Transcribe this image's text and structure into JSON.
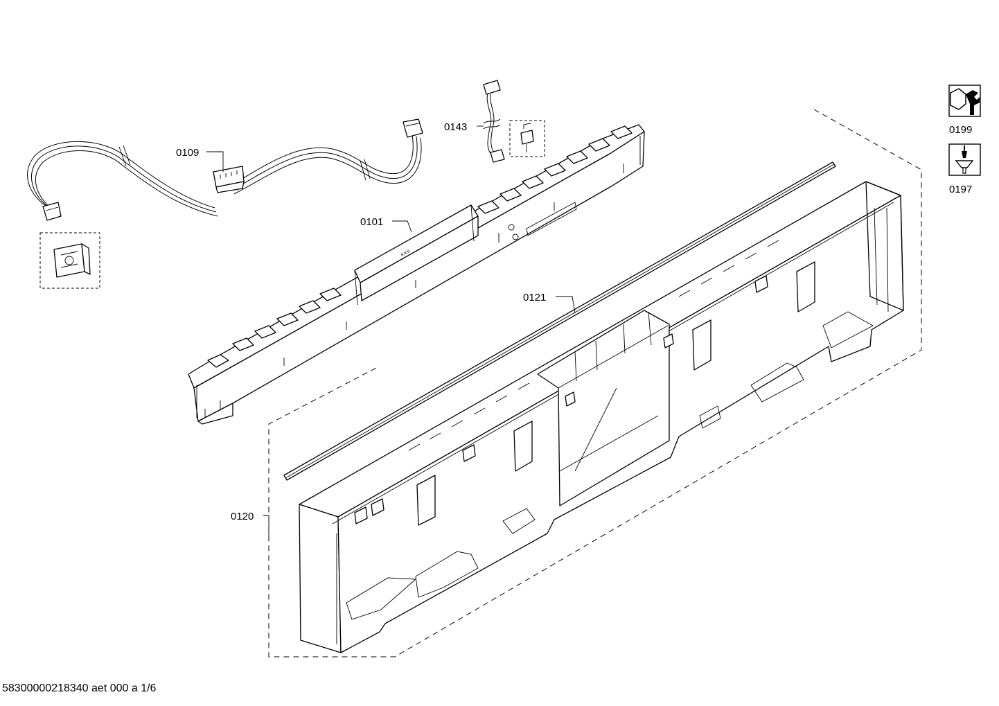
{
  "labels": {
    "p0109": "0109",
    "p0143": "0143",
    "p0101": "0101",
    "p0121": "0121",
    "p0120": "0120",
    "p0199": "0199",
    "p0197": "0197"
  },
  "footer": "58300000218340 aet 000 a 1/6",
  "icons": {
    "p0199": "wrench-nut-icon",
    "p0197": "screwdriver-screw-icon"
  }
}
